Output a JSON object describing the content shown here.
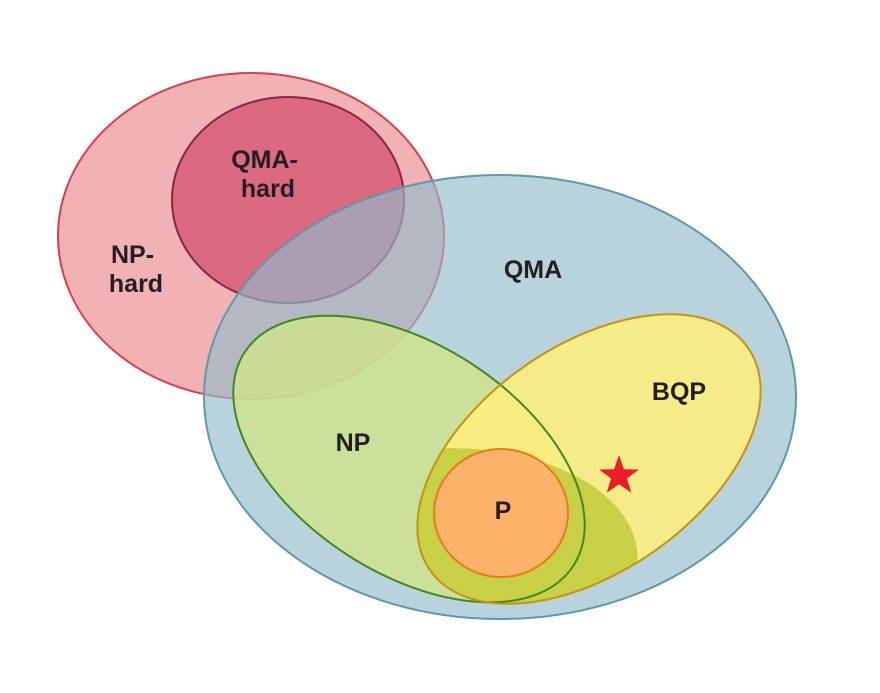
{
  "diagram": {
    "sets": {
      "np_hard": {
        "label_lines": [
          "NP-",
          "hard"
        ],
        "fill": "#e8898d",
        "stroke": "#d8404e"
      },
      "qma_hard": {
        "label_lines": [
          "QMA-",
          "hard"
        ],
        "fill": "#d4506f",
        "stroke": "#8a2542"
      },
      "qma": {
        "label": "QMA",
        "fill": "#94bccb",
        "stroke": "#5a9aaa"
      },
      "np": {
        "label": "NP",
        "fill": "#cfe38a",
        "stroke": "#3f8a1f"
      },
      "bqp": {
        "label": "BQP",
        "fill": "#fff07a",
        "stroke": "#c7920f"
      },
      "p": {
        "label": "P",
        "fill": "#fbb36a",
        "stroke": "#ec7a1b"
      }
    },
    "marker": {
      "icon": "star",
      "color": "#ee1c25"
    }
  }
}
